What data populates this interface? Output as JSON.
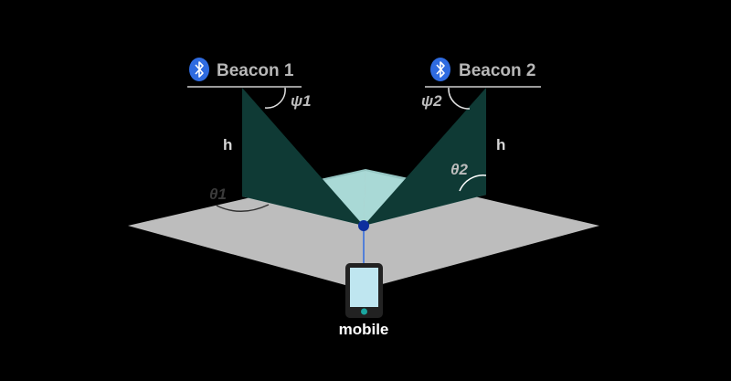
{
  "beacons": [
    {
      "name": "Beacon 1",
      "icon": "bluetooth-icon",
      "psi_label": "ψ1",
      "height_label": "h",
      "theta_label": "θ1"
    },
    {
      "name": "Beacon 2",
      "icon": "bluetooth-icon",
      "psi_label": "ψ2",
      "height_label": "h",
      "theta_label": "θ2"
    }
  ],
  "mobile": {
    "label": "mobile"
  },
  "colors": {
    "background": "#000000",
    "floor": "#bdbdbd",
    "triangle": "#0f3a35",
    "floor_triangle": "#a6dcd8",
    "bluetooth": "#2f6be0",
    "receiver_dot": "#0d2f9e",
    "phone_body": "#222222",
    "phone_screen": "#bfe6f0",
    "phone_button": "#1aa6a0"
  }
}
